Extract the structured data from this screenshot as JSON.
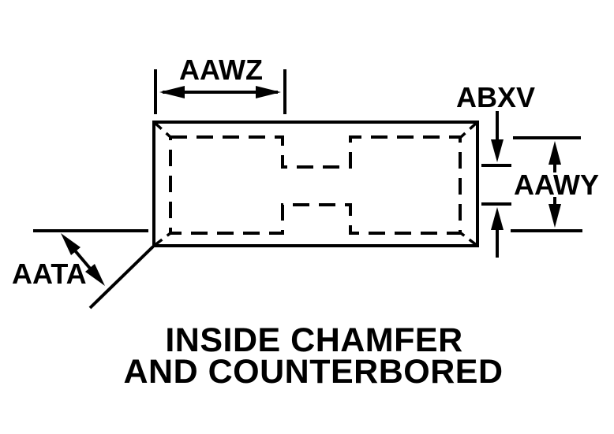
{
  "diagram": {
    "labels": {
      "aawz": "AAWZ",
      "abxv": "ABXV",
      "aawy": "AAWY",
      "aata": "AATA"
    },
    "caption": {
      "line1": "INSIDE CHAMFER",
      "line2": "AND COUNTERBORED"
    },
    "colors": {
      "line": "#000000",
      "background": "#ffffff"
    }
  }
}
